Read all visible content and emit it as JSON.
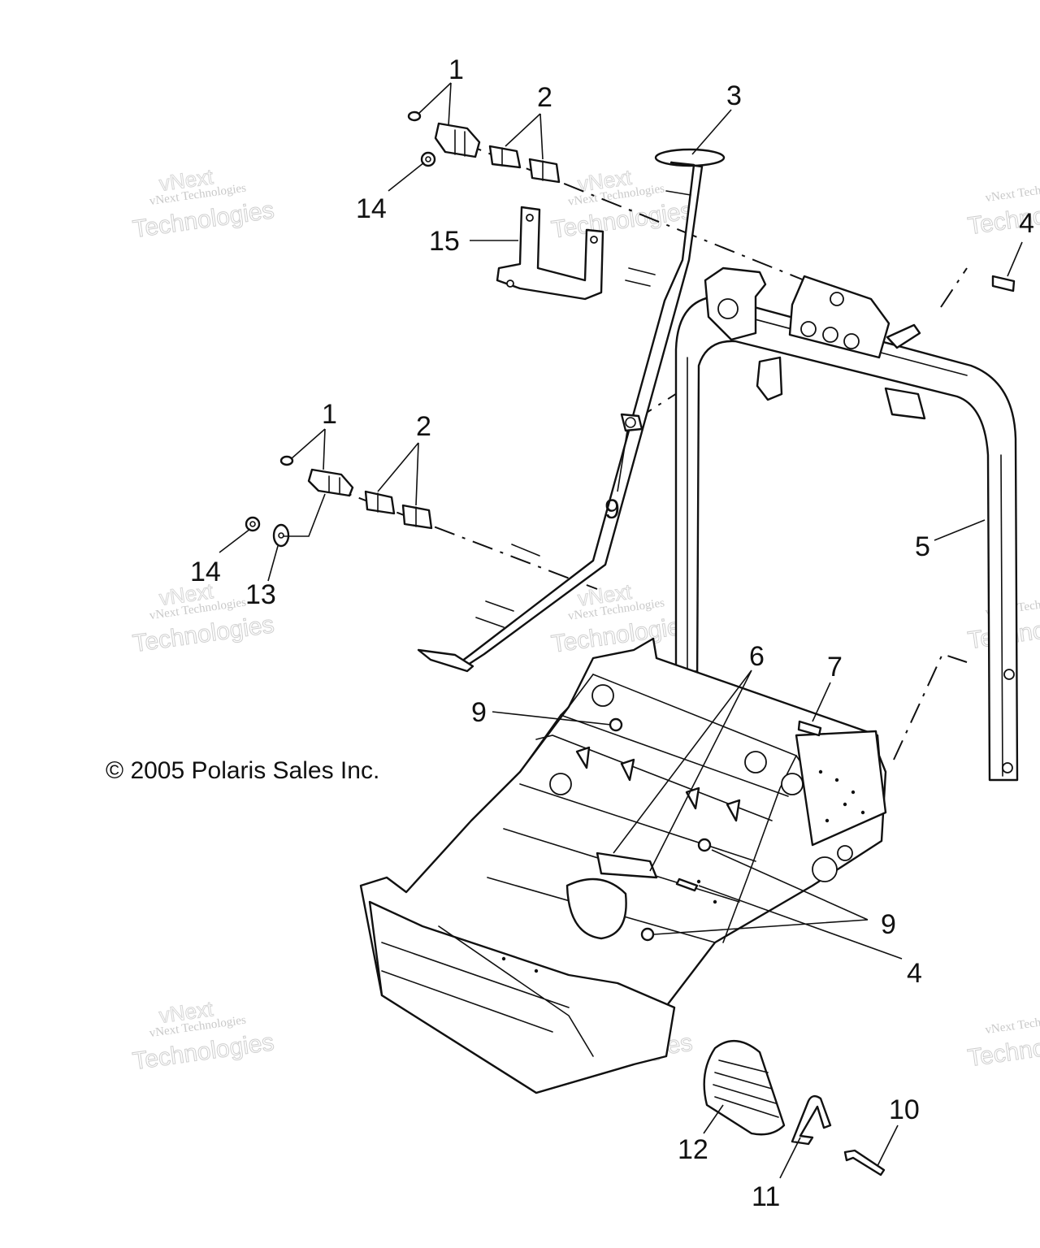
{
  "copyright": "© 2005 Polaris Sales Inc.",
  "watermark": {
    "line1": "vNext Technologies",
    "line2": "Technologies",
    "ghost": "vNext"
  },
  "callouts": {
    "c1_top": "1",
    "c2_top": "2",
    "c3": "3",
    "c4_top": "4",
    "c14_top": "14",
    "c15": "15",
    "c9_mid": "9",
    "c5": "5",
    "c1_mid": "1",
    "c2_mid": "2",
    "c14_mid": "14",
    "c13": "13",
    "c6": "6",
    "c7": "7",
    "c9_low": "9",
    "c9_right": "9",
    "c4_low": "4",
    "c10": "10",
    "c11": "11",
    "c12": "12"
  }
}
